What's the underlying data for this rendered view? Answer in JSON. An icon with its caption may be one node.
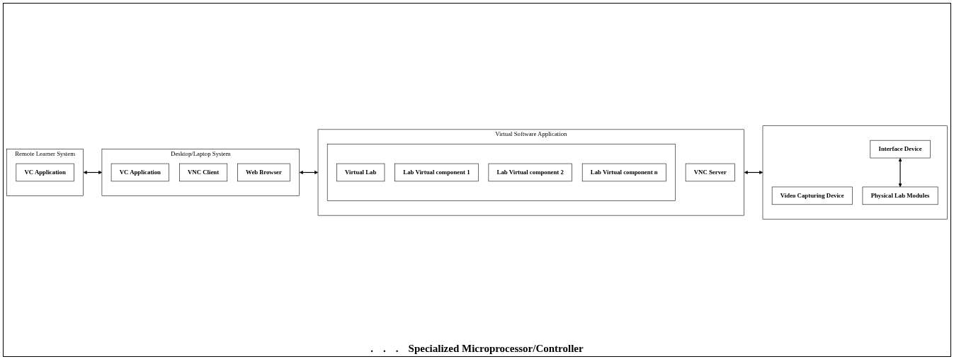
{
  "diagram": {
    "nodes": [
      {
        "text": [
          "Remote Learner System"
        ]
      },
      {
        "text": [
          "VC Application"
        ],
        "in": 0
      },
      {
        "text": [
          "Desktop/Laptop System"
        ]
      },
      {
        "text": [
          "VC Application"
        ],
        "in": 2
      },
      {
        "text": [
          "VNC Client"
        ],
        "in": 2
      },
      {
        "text": [
          "Web Browser"
        ],
        "in": 2
      },
      {
        "text": [
          "Virtual Software Application"
        ]
      },
      {
        "text": [
          "VNC Server"
        ],
        "in": 6
      },
      {
        "text": [],
        "shape": "box",
        "in": 6
      },
      {
        "text": [
          "Virtual Lab"
        ],
        "in": 8
      },
      {
        "text": [
          "Lab Virtual component 1"
        ],
        "in": 8
      },
      {
        "text": [
          "Lab Virtual component 2"
        ],
        "in": 8
      },
      {
        "text": [
          "Lab Virtual component n"
        ],
        "in": 8
      },
      {
        "text": [],
        "shape": "box"
      },
      {
        "text": [
          "Video Capturing Device"
        ],
        "in": 13
      },
      {
        "text": [
          "Interface Device"
        ],
        "in": 13
      },
      {
        "text": [
          "Physical Lab Modules"
        ],
        "in": 13
      }
    ],
    "edges": [
      {
        "from": 0,
        "to": 2,
        "arrow": "both"
      },
      {
        "from": 2,
        "to": 6,
        "arrow": "both"
      },
      {
        "from": 6,
        "to": 13,
        "arrow": "both"
      },
      {
        "from": 15,
        "to": 16,
        "arrow": "both"
      }
    ],
    "labels": [
      ".",
      ".",
      ".",
      "Specialized Microprocessor/Controller"
    ]
  }
}
